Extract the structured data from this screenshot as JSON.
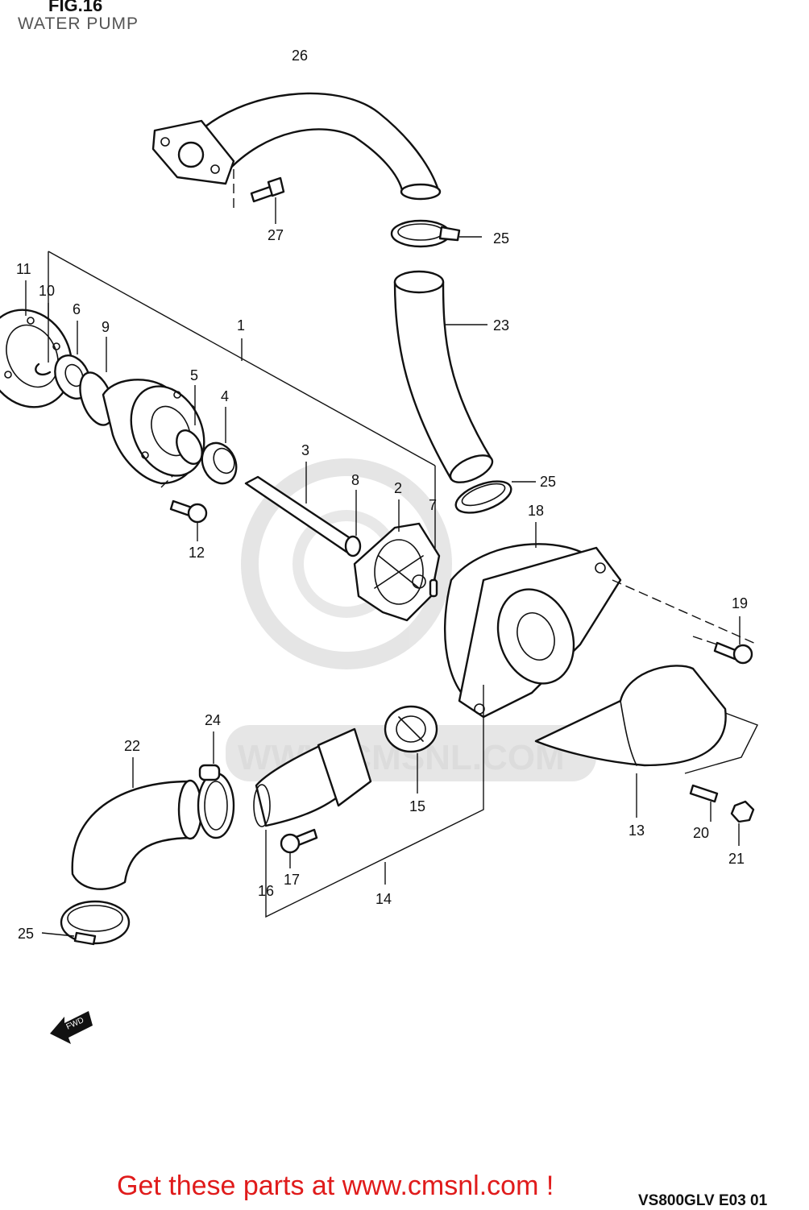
{
  "header": {
    "figure": "FIG.16",
    "subtitle": "WATER PUMP"
  },
  "callouts": [
    {
      "id": "c26",
      "label": "26"
    },
    {
      "id": "c27",
      "label": "27"
    },
    {
      "id": "c25a",
      "label": "25"
    },
    {
      "id": "c23",
      "label": "23"
    },
    {
      "id": "c11",
      "label": "11"
    },
    {
      "id": "c10",
      "label": "10"
    },
    {
      "id": "c6",
      "label": "6"
    },
    {
      "id": "c9",
      "label": "9"
    },
    {
      "id": "c1",
      "label": "1"
    },
    {
      "id": "c5",
      "label": "5"
    },
    {
      "id": "c4",
      "label": "4"
    },
    {
      "id": "c3",
      "label": "3"
    },
    {
      "id": "c8",
      "label": "8"
    },
    {
      "id": "c2",
      "label": "2"
    },
    {
      "id": "c7",
      "label": "7"
    },
    {
      "id": "c25b",
      "label": "25"
    },
    {
      "id": "c18",
      "label": "18"
    },
    {
      "id": "c12",
      "label": "12"
    },
    {
      "id": "c19",
      "label": "19"
    },
    {
      "id": "c24",
      "label": "24"
    },
    {
      "id": "c22",
      "label": "22"
    },
    {
      "id": "c15",
      "label": "15"
    },
    {
      "id": "c13",
      "label": "13"
    },
    {
      "id": "c20",
      "label": "20"
    },
    {
      "id": "c21",
      "label": "21"
    },
    {
      "id": "c16",
      "label": "16"
    },
    {
      "id": "c17",
      "label": "17"
    },
    {
      "id": "c14",
      "label": "14"
    },
    {
      "id": "c25c",
      "label": "25"
    }
  ],
  "watermark": {
    "text": "WWW.CMSNL.COM"
  },
  "fwd_arrow": {
    "label": "FWD"
  },
  "footer": {
    "cta": "Get these parts at www.cmsnl.com !",
    "drawing_code": "VS800GLV E03 01"
  }
}
